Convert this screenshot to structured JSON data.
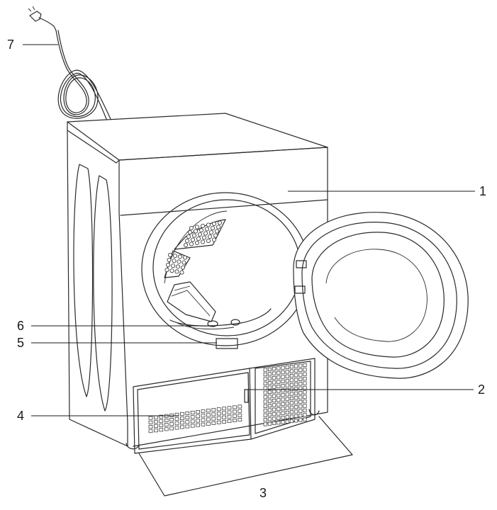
{
  "callouts": {
    "c1": "1",
    "c2": "2",
    "c3": "3",
    "c4": "4",
    "c5": "5",
    "c6": "6",
    "c7": "7"
  },
  "colors": {
    "line": "#2a2a2a",
    "background": "#ffffff"
  }
}
